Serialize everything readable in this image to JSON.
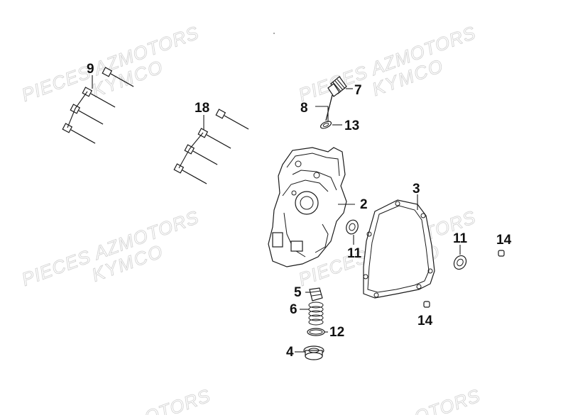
{
  "watermark": {
    "line1": "PIECES AZMOTORS",
    "line2": "KYMCO",
    "partial": "OTORS"
  },
  "callouts": [
    "9",
    "18",
    "7",
    "8",
    "13",
    "2",
    "3",
    "11",
    "11",
    "14",
    "5",
    "6",
    "12",
    "4",
    "14"
  ]
}
